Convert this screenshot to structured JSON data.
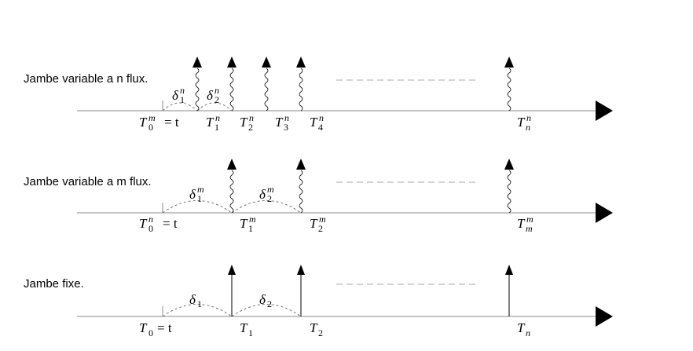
{
  "rows": [
    {
      "label": "Jambe variable a n flux.",
      "t0": {
        "base": "T",
        "sub": "0",
        "sup": "m",
        "rest": "= t"
      },
      "deltas": [
        {
          "base": "δ",
          "sub": "1",
          "sup": "n"
        },
        {
          "base": "δ",
          "sub": "2",
          "sup": "n"
        }
      ],
      "times": [
        {
          "base": "T",
          "sub": "1",
          "sup": "n"
        },
        {
          "base": "T",
          "sub": "2",
          "sup": "n"
        },
        {
          "base": "T",
          "sub": "3",
          "sup": "n"
        },
        {
          "base": "T",
          "sub": "4",
          "sup": "n"
        },
        {
          "base": "T",
          "sub": "n",
          "sup": "n"
        }
      ]
    },
    {
      "label": "Jambe variable a m flux.",
      "t0": {
        "base": "T",
        "sub": "0",
        "sup": "n",
        "rest": "= t"
      },
      "deltas": [
        {
          "base": "δ",
          "sub": "1",
          "sup": "m"
        },
        {
          "base": "δ",
          "sub": "2",
          "sup": "m"
        }
      ],
      "times": [
        {
          "base": "T",
          "sub": "1",
          "sup": "m"
        },
        {
          "base": "T",
          "sub": "2",
          "sup": "m"
        },
        {
          "base": "T",
          "sub": "m",
          "sup": "m"
        }
      ]
    },
    {
      "label": "Jambe fixe.",
      "t0": {
        "base": "T",
        "sub": "0",
        "sup": "",
        "rest": "= t"
      },
      "deltas": [
        {
          "base": "δ",
          "sub": "1",
          "sup": ""
        },
        {
          "base": "δ",
          "sub": "2",
          "sup": ""
        }
      ],
      "times": [
        {
          "base": "T",
          "sub": "1",
          "sup": ""
        },
        {
          "base": "T",
          "sub": "2",
          "sup": ""
        },
        {
          "base": "T",
          "sub": "n",
          "sup": ""
        }
      ]
    }
  ]
}
